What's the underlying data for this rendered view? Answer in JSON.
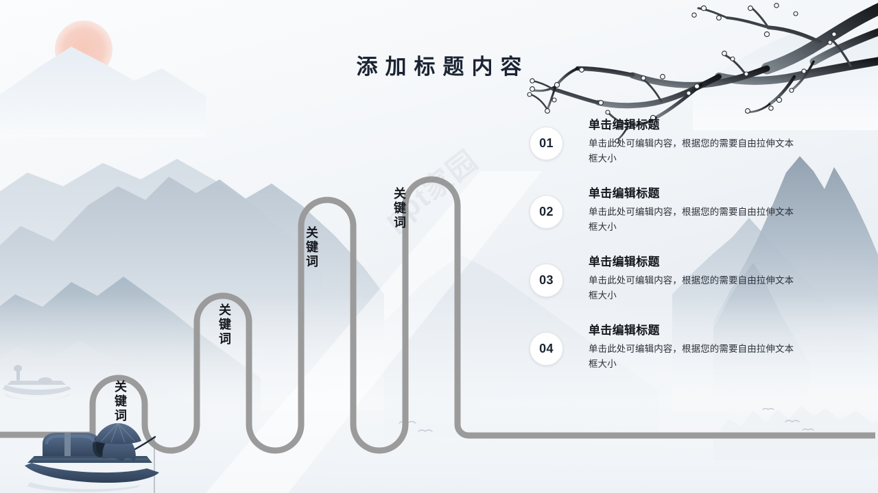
{
  "slide": {
    "title": "添加标题内容",
    "watermark": "ppt家园",
    "background_top": "#fbfcfd",
    "background_bottom": "#e9eef3"
  },
  "path": {
    "stroke_color": "#9b9b9b",
    "stroke_width": 9,
    "label_color": "#15181d"
  },
  "keywords": [
    {
      "text": "关键词"
    },
    {
      "text": "关键词"
    },
    {
      "text": "关键词"
    },
    {
      "text": "关键词"
    }
  ],
  "list": {
    "items": [
      {
        "number": "01",
        "title": "单击编辑标题",
        "body": "单击此处可编辑内容，根据您的需要自由拉伸文本框大小"
      },
      {
        "number": "02",
        "title": "单击编辑标题",
        "body": "单击此处可编辑内容，根据您的需要自由拉伸文本框大小"
      },
      {
        "number": "03",
        "title": "单击编辑标题",
        "body": "单击此处可编辑内容，根据您的需要自由拉伸文本框大小"
      },
      {
        "number": "04",
        "title": "单击编辑标题",
        "body": "单击此处可编辑内容，根据您的需要自由拉伸文本框大小"
      }
    ]
  },
  "decorations": {
    "sun": {
      "name": "sun-disc",
      "color": "#f6c8ba"
    },
    "plum_branch": {
      "name": "plum-blossom-branch",
      "color": "#2a2d31"
    },
    "mountains": {
      "name": "ink-wash-mountains",
      "color": "#c3ccd6"
    },
    "boat": {
      "name": "fishing-boat",
      "color": "#3f5270"
    },
    "ghost_boat": {
      "name": "distant-boat-silhouette",
      "color": "#c8d1da"
    },
    "birds": {
      "name": "flying-birds",
      "color": "#b9c2cc"
    }
  }
}
